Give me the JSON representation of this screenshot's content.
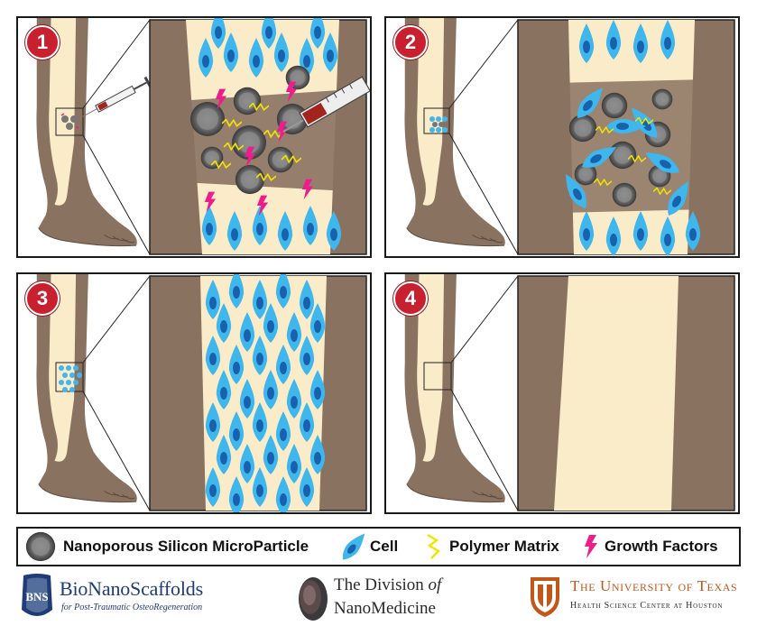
{
  "panels": [
    {
      "step": "1"
    },
    {
      "step": "2"
    },
    {
      "step": "3"
    },
    {
      "step": "4"
    }
  ],
  "legend": {
    "microparticle_label": "Nanoporous Silicon MicroParticle",
    "cell_label": "Cell",
    "polymer_label": "Polymer Matrix",
    "growth_label": "Growth Factors"
  },
  "footer": {
    "bns_monogram": "BNS",
    "bns_title": "BioNanoScaffolds",
    "bns_subtitle": "for Post-Traumatic OsteoRegeneration",
    "nanomed_line1_prefix": "The Division ",
    "nanomed_line1_italic": "of",
    "nanomed_line2": "NanoMedicine",
    "ut_line1": "The University of Texas",
    "ut_line2": "Health Science Center at Houston"
  },
  "colors": {
    "skin": "#faecc9",
    "bone": "#8a7260",
    "cell": "#3fb6ec",
    "nucleus": "#1862ad",
    "particle": "#7b7b7b",
    "polymer": "#f2e300",
    "growth": "#ec1e8c",
    "badge": "#c8202f"
  }
}
